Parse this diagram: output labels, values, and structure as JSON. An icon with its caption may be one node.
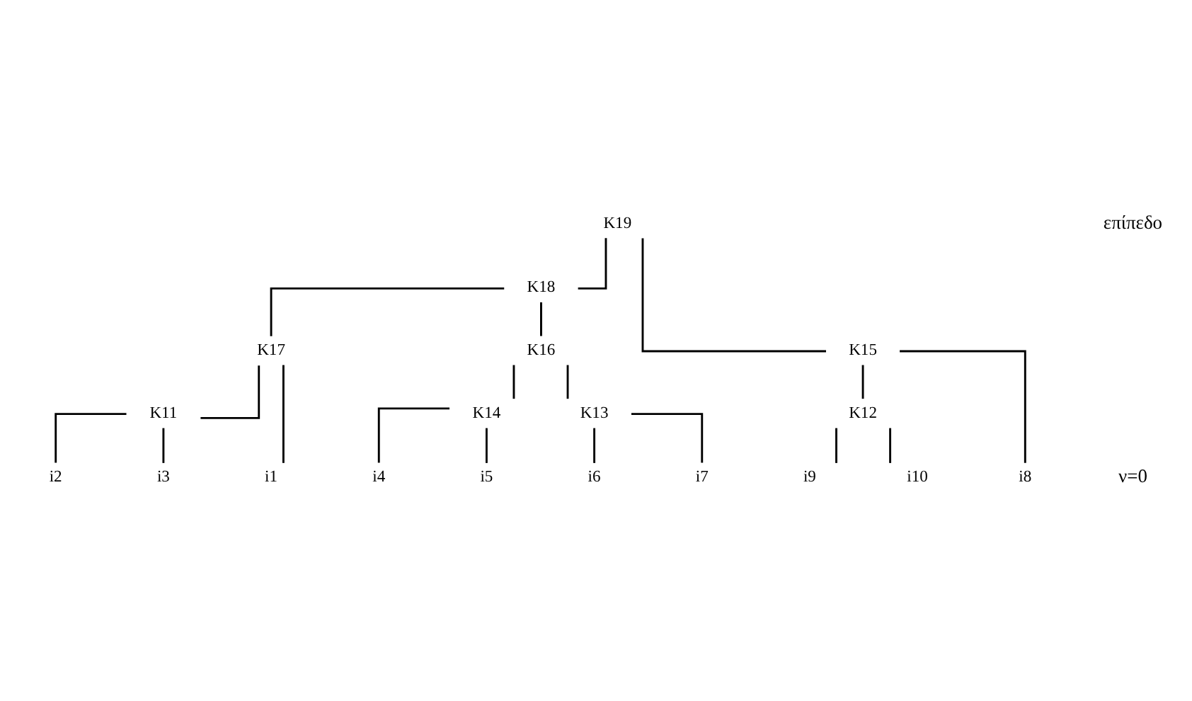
{
  "diagram": {
    "nodes": [
      {
        "text": [
          "K19"
        ]
      },
      {
        "text": [
          "K18"
        ]
      },
      {
        "text": [
          "K17"
        ]
      },
      {
        "text": [
          "K16"
        ]
      },
      {
        "text": [
          "K15"
        ]
      },
      {
        "text": [
          "K14"
        ]
      },
      {
        "text": [
          "K13"
        ]
      },
      {
        "text": [
          "K12"
        ]
      },
      {
        "text": [
          "K11"
        ]
      },
      {
        "text": [
          "i1"
        ]
      },
      {
        "text": [
          "i2"
        ]
      },
      {
        "text": [
          "i3"
        ]
      },
      {
        "text": [
          "i4"
        ]
      },
      {
        "text": [
          "i5"
        ]
      },
      {
        "text": [
          "i6"
        ]
      },
      {
        "text": [
          "i7"
        ]
      },
      {
        "text": [
          "i8"
        ]
      },
      {
        "text": [
          "i9"
        ]
      },
      {
        "text": [
          "i10"
        ]
      }
    ],
    "edges": [
      {
        "from": 0,
        "to": 1,
        "arrow": "none"
      },
      {
        "from": 0,
        "to": 4,
        "arrow": "none"
      },
      {
        "from": 1,
        "to": 2,
        "arrow": "none"
      },
      {
        "from": 1,
        "to": 3,
        "arrow": "none"
      },
      {
        "from": 2,
        "to": 9,
        "arrow": "none"
      },
      {
        "from": 2,
        "to": 8,
        "arrow": "none"
      },
      {
        "from": 8,
        "to": 10,
        "arrow": "none"
      },
      {
        "from": 8,
        "to": 11,
        "arrow": "none"
      },
      {
        "from": 3,
        "to": 5,
        "arrow": "none"
      },
      {
        "from": 3,
        "to": 6,
        "arrow": "none"
      },
      {
        "from": 5,
        "to": 12,
        "arrow": "none"
      },
      {
        "from": 5,
        "to": 13,
        "arrow": "none"
      },
      {
        "from": 6,
        "to": 14,
        "arrow": "none"
      },
      {
        "from": 6,
        "to": 15,
        "arrow": "none"
      },
      {
        "from": 4,
        "to": 16,
        "arrow": "none"
      },
      {
        "from": 4,
        "to": 7,
        "arrow": "none"
      },
      {
        "from": 7,
        "to": 17,
        "arrow": "none"
      },
      {
        "from": 7,
        "to": 18,
        "arrow": "none"
      }
    ],
    "labels": [
      "επίπεδο",
      "ν=0"
    ]
  }
}
